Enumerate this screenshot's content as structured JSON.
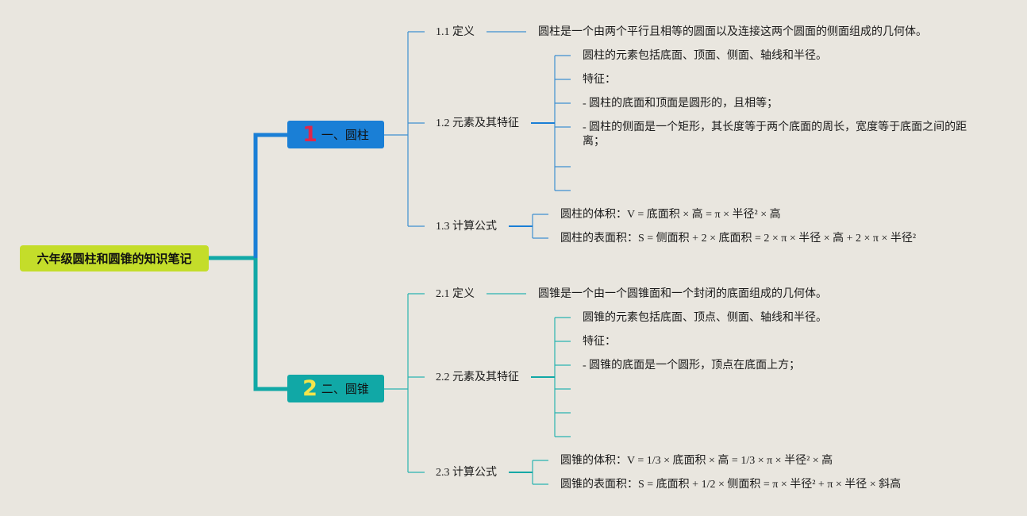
{
  "root": "六年级圆柱和圆锥的知识笔记",
  "colors": {
    "root_bg": "#c4dd2a",
    "branch1": "#1a7fd6",
    "branch2": "#11a8a6",
    "num1": "#e0264a",
    "num2": "#f4e54a"
  },
  "branch1": {
    "number": "1",
    "label": "一、圆柱",
    "def_label": "1.1 定义",
    "def_text": "圆柱是一个由两个平行且相等的圆面以及连接这两个圆面的侧面组成的几何体。",
    "elem_label": "1.2 元素及其特征",
    "elem_items": [
      "圆柱的元素包括底面、顶面、侧面、轴线和半径。",
      "特征：",
      "- 圆柱的底面和顶面是圆形的，且相等；",
      "- 圆柱的侧面是一个矩形，其长度等于两个底面的周长，宽度等于底面之间的距离；"
    ],
    "formula_label": "1.3 计算公式",
    "formula_items": [
      "圆柱的体积：V = 底面积 × 高 = π × 半径² × 高",
      "圆柱的表面积：S = 侧面积 + 2 × 底面积 = 2 × π × 半径 × 高 + 2 × π × 半径²"
    ]
  },
  "branch2": {
    "number": "2",
    "label": "二、圆锥",
    "def_label": "2.1 定义",
    "def_text": "圆锥是一个由一个圆锥面和一个封闭的底面组成的几何体。",
    "elem_label": "2.2 元素及其特征",
    "elem_items": [
      "圆锥的元素包括底面、顶点、侧面、轴线和半径。",
      "特征：",
      "- 圆锥的底面是一个圆形，顶点在底面上方；"
    ],
    "formula_label": "2.3 计算公式",
    "formula_items": [
      "圆锥的体积：V = 1/3 × 底面积 × 高 = 1/3 × π × 半径² × 高",
      "圆锥的表面积：S = 底面积 + 1/2 × 侧面积 = π × 半径² + π × 半径 × 斜高"
    ]
  }
}
